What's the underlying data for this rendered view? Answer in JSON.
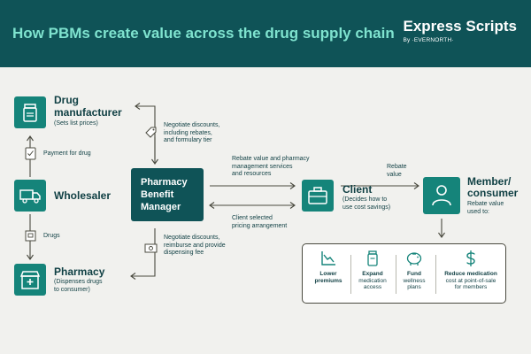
{
  "header": {
    "title": "How PBMs create value across the drug supply chain",
    "brand_name": "Express Scripts",
    "brand_sub": "By ·EVERNORTH·"
  },
  "nodes": {
    "manufacturer": {
      "name": "Drug manufacturer",
      "name_line1": "Drug",
      "name_line2": "manufacturer",
      "desc": "(Sets list prices)"
    },
    "wholesaler": {
      "name": "Wholesaler"
    },
    "pharmacy": {
      "name": "Pharmacy",
      "desc_line1": "(Dispenses drugs",
      "desc_line2": "to consumer)"
    },
    "pbm": {
      "line1": "Pharmacy",
      "line2": "Benefit",
      "line3": "Manager"
    },
    "client": {
      "name": "Client",
      "desc_line1": "(Decides how to",
      "desc_line2": "use cost savings)"
    },
    "member": {
      "name_line1": "Member/",
      "name_line2": "consumer",
      "desc_line1": "Rebate value",
      "desc_line2": "used to:"
    }
  },
  "annotations": {
    "payment": "Payment for drug",
    "drugs": "Drugs",
    "negotiate_top": [
      "Negotiate discounts,",
      "including rebates,",
      "and formulary tier"
    ],
    "negotiate_bottom": [
      "Negotiate discounts,",
      "reimburse and provide",
      "dispensing fee"
    ],
    "rebate_services": [
      "Rebate value and pharmacy",
      "management services",
      "and resources"
    ],
    "client_selected": [
      "Client selected",
      "pricing arrangement"
    ],
    "rebate_value": [
      "Rebate",
      "value"
    ]
  },
  "benefits": [
    {
      "icon": "chart-down-icon",
      "title_lines": [
        "Lower",
        "premiums"
      ],
      "desc_lines": []
    },
    {
      "icon": "medication-icon",
      "title_lines": [
        "Expand"
      ],
      "desc_lines": [
        "medication",
        "access"
      ]
    },
    {
      "icon": "piggy-bank-icon",
      "title_lines": [
        "Fund"
      ],
      "desc_lines": [
        "wellness",
        "plans"
      ]
    },
    {
      "icon": "dollar-icon",
      "title_lines": [
        "Reduce medication"
      ],
      "desc_lines": [
        "cost at point-of-sale",
        "for members"
      ]
    }
  ],
  "colors": {
    "header_bg": "#0f5357",
    "title": "#7fe3cf",
    "accent": "#15847a",
    "body_bg": "#f1f1ee",
    "text": "#0f3f43"
  }
}
